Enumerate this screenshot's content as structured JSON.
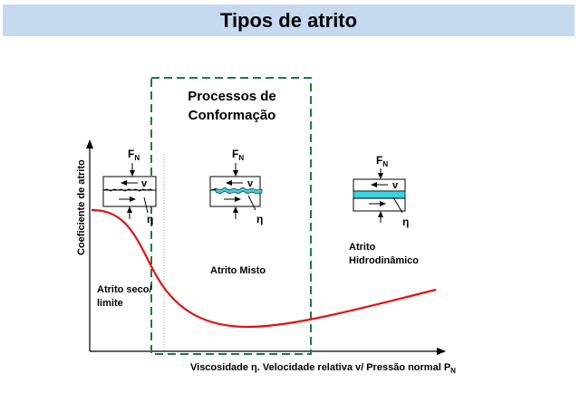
{
  "title": "Tipos de atrito",
  "box_title_line1": "Processos de",
  "box_title_line2": "Conformação",
  "y_axis_label": "Coeficiente de atrito",
  "x_axis_label": "Viscosidade η. Velocidade relativa v/ Pressão normal P",
  "x_axis_label_sub": "N",
  "regions": {
    "dry_line1": "Atrito seco/",
    "dry_line2": "limite",
    "mixed": "Atrito Misto",
    "hydro_line1": "Atrito",
    "hydro_line2": "Hidrodinâmico"
  },
  "symbols": {
    "force": "F",
    "force_sub": "N",
    "velocity": "v",
    "viscosity": "η"
  },
  "colors": {
    "title_bar": "#c5d9f1",
    "curve": "#e31212",
    "dashed_box": "#1f7a44",
    "lubricant": "#39d4e3"
  },
  "icons": [
    "down-arrow-icon",
    "left-arrow-icon",
    "right-arrow-icon",
    "up-arrow-icon"
  ]
}
